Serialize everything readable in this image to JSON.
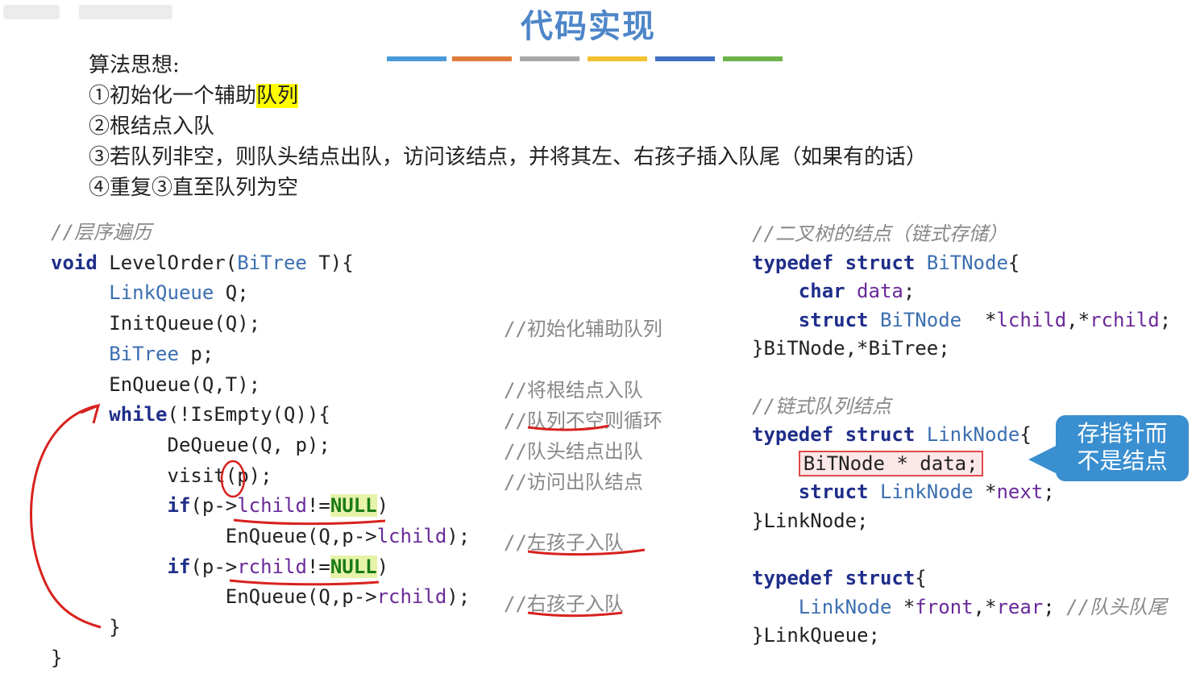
{
  "title": "代码实现",
  "title_bar_colors": [
    "#4a9ad8",
    "#e07a3a",
    "#a8a8a8",
    "#f2c230",
    "#3e6fc0",
    "#6cb44a"
  ],
  "algorithm": {
    "heading": "算法思想:",
    "steps": [
      "①初始化一个辅助",
      "②根结点入队",
      "③若队列非空，则队头结点出队，访问该结点，并将其左、右孩子插入队尾（如果有的话）",
      "④重复③直至队列为空"
    ],
    "highlight": "队列"
  },
  "left_code": {
    "comment": "//层序遍历",
    "sig_kw": "void",
    "sig_fn": " LevelOrder(",
    "sig_ty": "BiTree",
    "sig_rest": " T){",
    "l1_ty": "LinkQueue",
    "l1_rest": " Q;",
    "l2": "InitQueue(Q);",
    "l3_ty": "BiTree",
    "l3_rest": " p;",
    "l4": "EnQueue(Q,T);",
    "l5_kw": "while",
    "l5_rest": "(!IsEmpty(Q)){",
    "l6": "DeQueue(Q, p);",
    "l7": "visit(p);",
    "l8_kw": "if",
    "l8_a": "(p->",
    "l8_fld": "lchild",
    "l8_op": "!=",
    "l8_nul": "NULL",
    "l8_end": ")",
    "l9_a": "EnQueue(Q,p->",
    "l9_fld": "lchild",
    "l9_end": ");",
    "l10_kw": "if",
    "l10_a": "(p->",
    "l10_fld": "rchild",
    "l10_op": "!=",
    "l10_nul": "NULL",
    "l10_end": ")",
    "l11_a": "EnQueue(Q,p->",
    "l11_fld": "rchild",
    "l11_end": ");",
    "l12": "}",
    "l13": "}"
  },
  "left_comments": {
    "c1": "//初始化辅助队列",
    "c2": "//将根结点入队",
    "c3": "//队列不空则循环",
    "c4": "//队头结点出队",
    "c5": "//访问出队结点",
    "c6": "//左孩子入队",
    "c7": "//右孩子入队"
  },
  "right_code": {
    "comment1": "//二叉树的结点（链式存储）",
    "b1_kw": "typedef struct",
    "b1_ty": " BiTNode",
    "b1_end": "{",
    "b2_kw": "char",
    "b2_fld": " data",
    "b2_end": ";",
    "b3_kw": "struct",
    "b3_ty": " BiTNode",
    "b3_a": "  *",
    "b3_f1": "lchild",
    "b3_b": ",*",
    "b3_f2": "rchild",
    "b3_end": ";",
    "b4": "}BiTNode,*BiTree;",
    "comment2": "//链式队列结点",
    "q1_kw": "typedef struct",
    "q1_ty": " LinkNode",
    "q1_end": "{",
    "q2": "BiTNode * data;",
    "q3_kw": "struct",
    "q3_ty": " LinkNode",
    "q3_a": " *",
    "q3_fld": "next",
    "q3_end": ";",
    "q4": "}LinkNode;",
    "w1_kw": "typedef struct",
    "w1_end": "{",
    "w2_ty": "LinkNode",
    "w2_a": " *",
    "w2_f1": "front",
    "w2_b": ",*",
    "w2_f2": "rear",
    "w2_end": ";",
    "w2_cmt": " //队头队尾",
    "w3": "}LinkQueue;"
  },
  "bubble": {
    "line1": "存指针而",
    "line2": "不是结点"
  }
}
